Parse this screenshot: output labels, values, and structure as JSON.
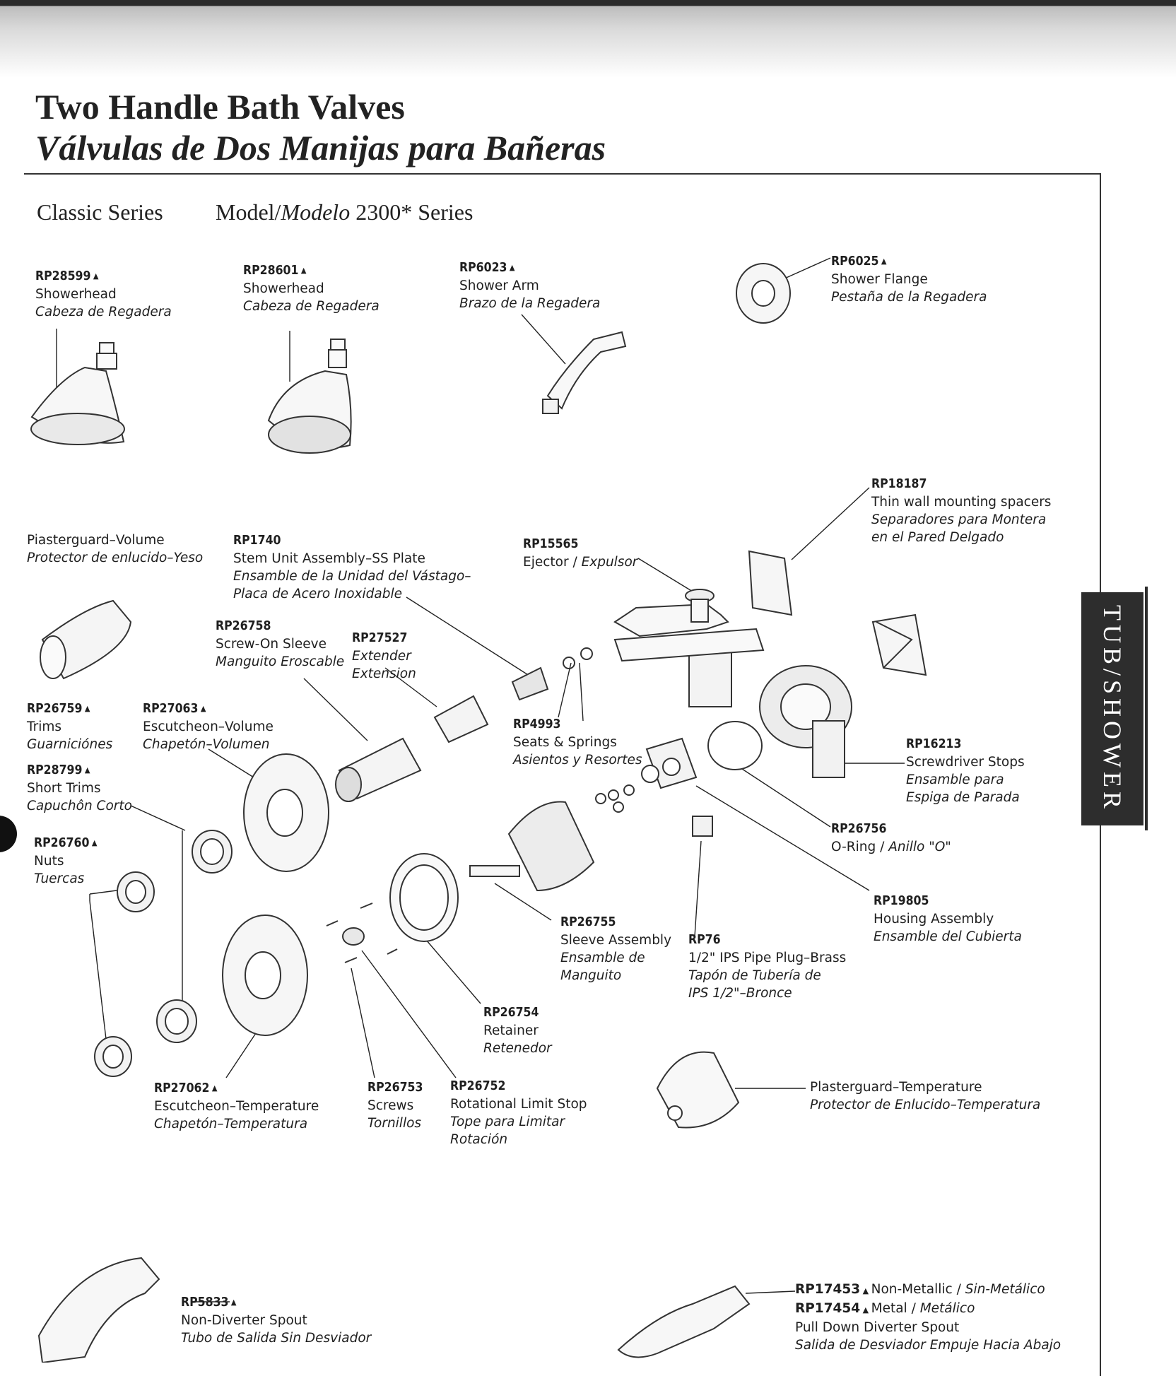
{
  "title_en": "Two Handle Bath Valves",
  "title_es": "Válvulas de Dos Manijas para Bañeras",
  "series_name": "Classic Series",
  "model_prefix": "Model/",
  "model_italic": "Modelo",
  "model_suffix": " 2300* Series",
  "side_tab": "TUB/SHOWER",
  "parts": {
    "rp28599": {
      "code": "RP28599",
      "en": "Showerhead",
      "es": "Cabeza de Regadera"
    },
    "rp28601": {
      "code": "RP28601",
      "en": "Showerhead",
      "es": "Cabeza de Regadera"
    },
    "rp6023": {
      "code": "RP6023",
      "en": "Shower Arm",
      "es": "Brazo de la Regadera"
    },
    "rp6025": {
      "code": "RP6025",
      "en": "Shower Flange",
      "es": "Pestaña de la Regadera"
    },
    "rp18187": {
      "code": "RP18187",
      "en": "Thin wall mounting spacers",
      "es1": "Separadores para Montera",
      "es2": "en el Pared Delgado"
    },
    "pg_volume": {
      "en": "Piasterguard–Volume",
      "es": "Protector de enlucido–Yeso"
    },
    "rp1740": {
      "code": "RP1740",
      "en": "Stem Unit Assembly–SS Plate",
      "es1": "Ensamble de la Unidad del Vástago–",
      "es2": "Placa de Acero Inoxidable"
    },
    "rp15565": {
      "code": "RP15565",
      "en": "Ejector / ",
      "es": "Expulsor"
    },
    "rp26758": {
      "code": "RP26758",
      "en": "Screw-On Sleeve",
      "es": "Manguito Eroscable"
    },
    "rp27527": {
      "code": "RP27527",
      "es1": "Extender",
      "es2": "Extension"
    },
    "rp26759": {
      "code": "RP26759",
      "en": "Trims",
      "es": "Guarniciónes"
    },
    "rp27063": {
      "code": "RP27063",
      "en": "Escutcheon–Volume",
      "es": "Chapetón–Volumen"
    },
    "rp4993": {
      "code": "RP4993",
      "en": "Seats & Springs",
      "es": "Asientos y Resortes"
    },
    "rp16213": {
      "code": "RP16213",
      "en": "Screwdriver Stops",
      "es1": "Ensamble para",
      "es2": "Espiga de Parada"
    },
    "rp28799": {
      "code": "RP28799",
      "en": "Short Trims",
      "es": "Capuchôn Corto"
    },
    "rp26760": {
      "code": "RP26760",
      "en": "Nuts",
      "es": "Tuercas"
    },
    "rp26756": {
      "code": "RP26756",
      "en": "O-Ring / ",
      "es": "Anillo \"O\""
    },
    "rp19805": {
      "code": "RP19805",
      "en": "Housing Assembly",
      "es": "Ensamble del Cubierta"
    },
    "rp26755": {
      "code": "RP26755",
      "en": "Sleeve Assembly",
      "es1": "Ensamble de",
      "es2": "Manguito"
    },
    "rp76": {
      "code": "RP76",
      "en": "1/2\" IPS Pipe Plug–Brass",
      "es1": "Tapón de Tubería de",
      "es2": "IPS 1/2\"–Bronce"
    },
    "rp26754": {
      "code": "RP26754",
      "en": "Retainer",
      "es": "Retenedor"
    },
    "rp27062": {
      "code": "RP27062",
      "en": "Escutcheon–Temperature",
      "es": "Chapetón–Temperatura"
    },
    "rp26753": {
      "code": "RP26753",
      "en": "Screws",
      "es": "Tornillos"
    },
    "rp26752": {
      "code": "RP26752",
      "en": "Rotational Limit Stop",
      "es1": "Tope para Limitar",
      "es2": "Rotación"
    },
    "pg_temp": {
      "en": "Plasterguard–Temperature",
      "es": "Protector de Enlucido–Temperatura"
    },
    "rp5833": {
      "code": "RP5833",
      "en": "Non-Diverter Spout",
      "es": "Tubo de Salida Sin Desviador"
    },
    "rp17453": {
      "code": "RP17453",
      "en": "Non-Metallic / ",
      "es": "Sin-Metálico"
    },
    "rp17454": {
      "code": "RP17454",
      "en": "Metal / ",
      "es": "Metálico"
    },
    "pulldown": {
      "en": "Pull Down Diverter Spout",
      "es": "Salida de Desviador Empuje Hacia Abajo"
    }
  }
}
